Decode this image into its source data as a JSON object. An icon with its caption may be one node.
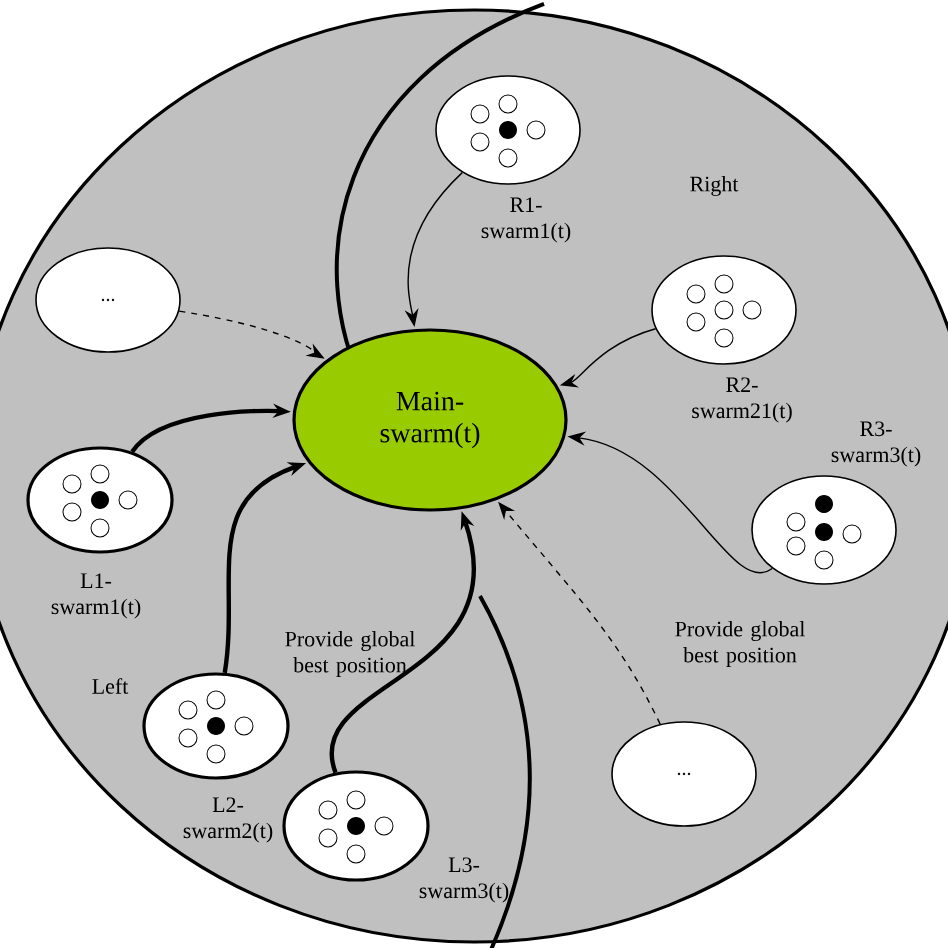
{
  "diagram": {
    "nodes": [
      {
        "text": [
          "Main- swarm(t)"
        ]
      },
      {
        "text": [],
        "shape": "circle",
        "beside": [
          "R1- swarm1(t)"
        ]
      },
      {
        "text": [
          "..."
        ]
      },
      {
        "text": [],
        "shape": "circle",
        "beside": [
          "R2- swarm21(t)"
        ]
      },
      {
        "text": [],
        "shape": "circle",
        "beside": [
          "L1- swarm1(t)"
        ]
      },
      {
        "text": [],
        "shape": "circle",
        "beside": [
          "R3- swarm3(t)"
        ]
      },
      {
        "text": [],
        "shape": "circle",
        "beside": [
          "L2- swarm2(t)"
        ]
      },
      {
        "text": [
          "..."
        ]
      },
      {
        "text": [],
        "shape": "circle",
        "beside": [
          "L3- swarm3(t)"
        ]
      }
    ],
    "edges": [
      {
        "from": 1,
        "to": 0,
        "arrow": "to"
      },
      {
        "from": 3,
        "to": 0,
        "arrow": "to"
      },
      {
        "from": 2,
        "to": 0,
        "arrow": "to",
        "style": "dashed"
      },
      {
        "from": 4,
        "to": 0,
        "arrow": "to",
        "style": "thick"
      },
      {
        "from": 5,
        "to": 0,
        "arrow": "to"
      },
      {
        "from": 6,
        "to": 0,
        "arrow": "to",
        "style": "thick"
      },
      {
        "from": 7,
        "to": 0,
        "arrow": "to",
        "style": "dashed"
      },
      {
        "from": 8,
        "to": 0,
        "arrow": "to",
        "style": "thick"
      }
    ],
    "labels": [
      "Right",
      "Provide global best position",
      "Left",
      "Provide global best position"
    ]
  }
}
